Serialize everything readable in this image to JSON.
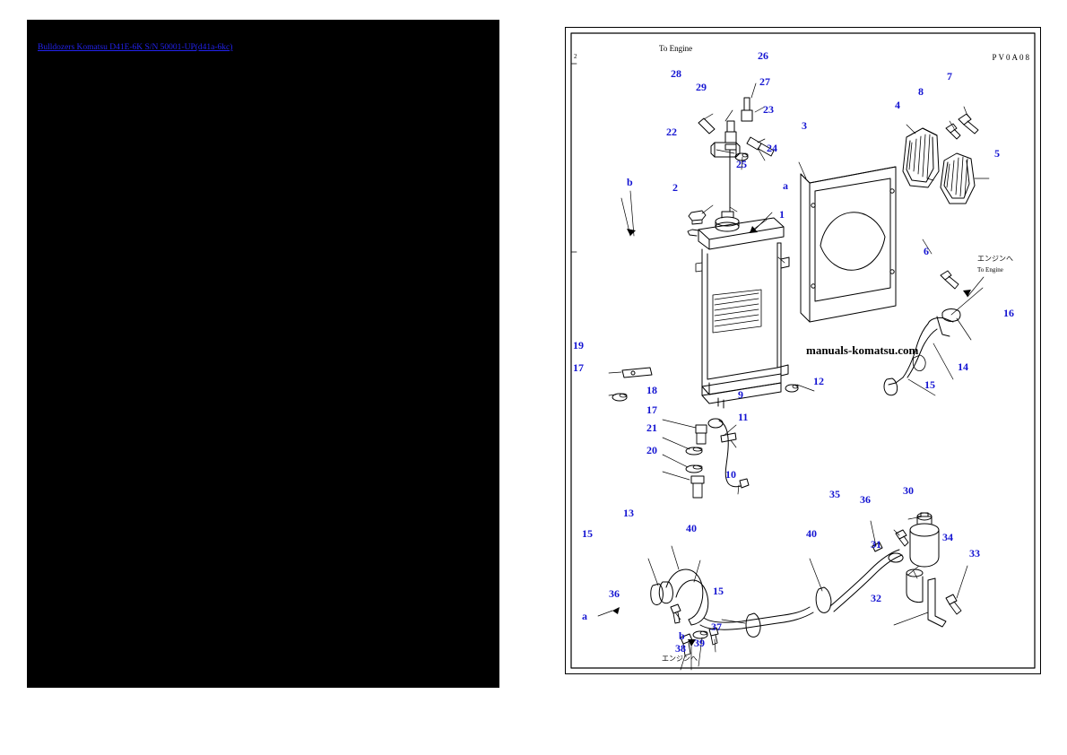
{
  "left": {
    "title": "Bulldozers Komatsu D41E-6K S/N 50001-UP(d41a-6kc)"
  },
  "right": {
    "page_code": "PV0A08",
    "corner_mark": "2",
    "watermark": "manuals-komatsu.com",
    "texts": {
      "to_engine_top": "To Engine",
      "to_engine_right_jp": "エンジンへ",
      "to_engine_right_en": "To Engine",
      "to_engine_bottom_jp": "エンジンへ"
    },
    "letter_callouts": [
      "b",
      "a",
      "a",
      "b"
    ],
    "part_numbers": [
      "26",
      "28",
      "29",
      "27",
      "23",
      "22",
      "25",
      "24",
      "3",
      "4",
      "8",
      "7",
      "5",
      "2",
      "1",
      "6",
      "16",
      "14",
      "15",
      "19",
      "17",
      "18",
      "17",
      "21",
      "20",
      "9",
      "11",
      "10",
      "12",
      "36",
      "30",
      "35",
      "31",
      "34",
      "33",
      "32",
      "13",
      "40",
      "15",
      "40",
      "15",
      "38",
      "39",
      "37",
      "36"
    ]
  }
}
